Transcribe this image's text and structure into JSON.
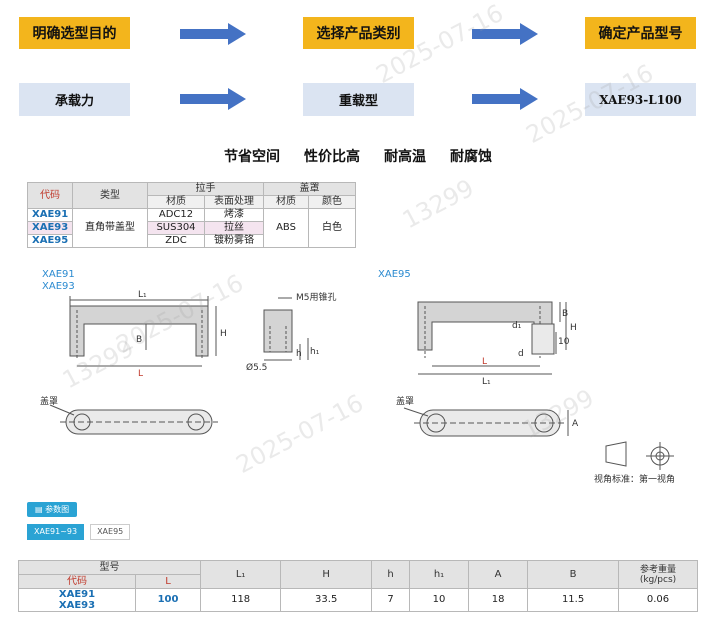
{
  "flow": {
    "row1": [
      "明确选型目的",
      "选择产品类别",
      "确定产品型号"
    ],
    "row2": [
      "承载力",
      "重载型",
      "XAE93-L100"
    ]
  },
  "slogans": [
    "节省空间",
    "性价比高",
    "耐高温",
    "耐腐蚀"
  ],
  "spec_table": {
    "h_code": "代码",
    "h_type": "类型",
    "h_handle": "拉手",
    "h_cover": "盖罩",
    "h_material": "材质",
    "h_surface": "表面处理",
    "h_cover_material": "材质",
    "h_color": "颜色",
    "rows": [
      {
        "code": "XAE91",
        "material": "ADC12",
        "surface": "烤漆"
      },
      {
        "code": "XAE93",
        "material": "SUS304",
        "surface": "拉丝"
      },
      {
        "code": "XAE95",
        "material": "ZDC",
        "surface": "镀粉雾铬"
      }
    ],
    "type": "直角带盖型",
    "cover_material": "ABS",
    "cover_color": "白色"
  },
  "drawings": {
    "left_label_1": "XAE91",
    "left_label_2": "XAE93",
    "right_label": "XAE95",
    "dim_L1": "L₁",
    "dim_L": "L",
    "dim_B": "B",
    "dim_H": "H",
    "dim_h": "h",
    "dim_h1": "h₁",
    "dim_d": "d",
    "dim_d1": "d₁",
    "dim_A": "A",
    "dim_10": "10",
    "dim_phi": "Ø5.5",
    "tap_note": "M5用锥孔",
    "cover_note": "盖罩",
    "projection": "视角标准：第一视角"
  },
  "tabs": {
    "badge": "参数图",
    "items": [
      "XAE91~93",
      "XAE95"
    ]
  },
  "param_table": {
    "h_model": "型号",
    "h_code": "代码",
    "h_L": "L",
    "headers": [
      "L₁",
      "H",
      "h",
      "h₁",
      "A",
      "B"
    ],
    "h_weight": "参考重量 (kg/pcs)",
    "code1": "XAE91",
    "code2": "XAE93",
    "L": "100",
    "values": [
      "118",
      "33.5",
      "7",
      "10",
      "18",
      "11.5"
    ],
    "weight": "0.06"
  },
  "watermarks": [
    "2025-07-16",
    "13299"
  ],
  "colors": {
    "orange": "#f3b51c",
    "light_blue": "#dbe4f2",
    "arrow": "#4472c4",
    "accent": "#2aa3d4",
    "code_blue": "#1a6fb3"
  }
}
